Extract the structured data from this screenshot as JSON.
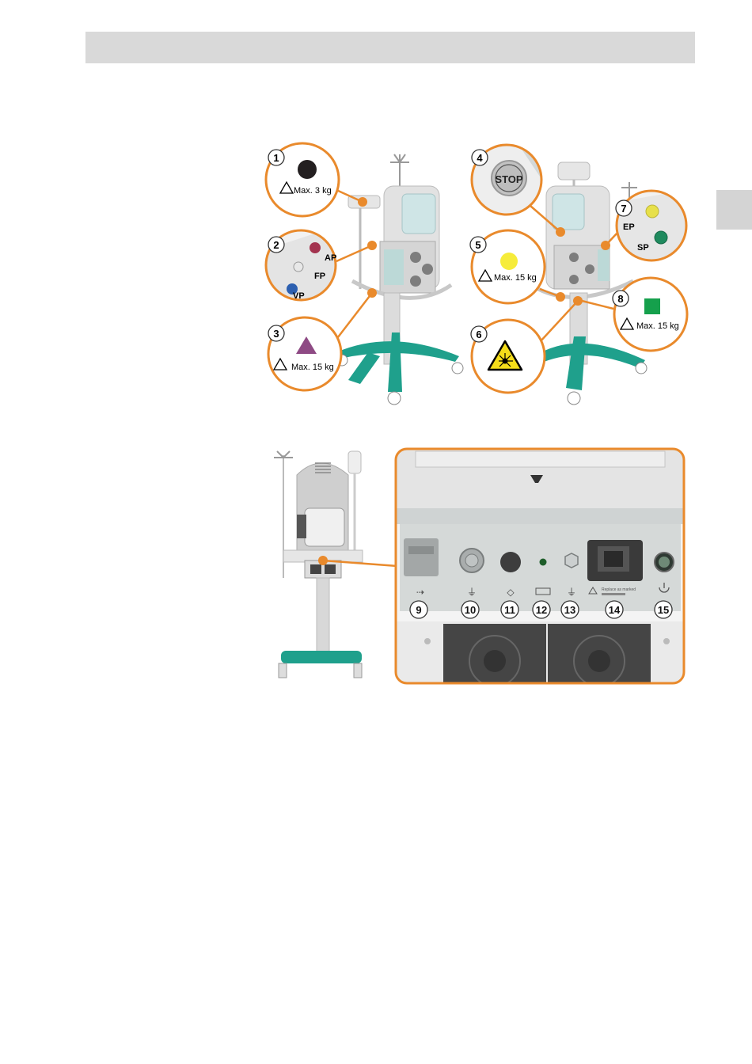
{
  "colors": {
    "orange": "#e98a2c",
    "teal": "#1fa08c",
    "header_gray": "#d9d9d9",
    "tab_gray": "#d4d4d4",
    "purple": "#8e4a84",
    "yellow": "#f6ec3a",
    "green": "#15a04c",
    "black": "#231f20"
  },
  "figure1": {
    "callouts": [
      {
        "num": "1",
        "label": "Max. 3 kg",
        "icon": "black-circle"
      },
      {
        "num": "2",
        "ports": [
          "AP",
          "FP",
          "VP"
        ]
      },
      {
        "num": "3",
        "label": "Max. 15 kg",
        "icon": "purple-triangle"
      },
      {
        "num": "4",
        "stop_text": "STOP",
        "icon": "stop-button"
      },
      {
        "num": "5",
        "label": "Max. 15 kg",
        "icon": "yellow-circle"
      },
      {
        "num": "6",
        "icon": "laser-warning"
      },
      {
        "num": "7",
        "ports": [
          "EP",
          "SP"
        ]
      },
      {
        "num": "8",
        "label": "Max. 15 kg",
        "icon": "green-square"
      }
    ]
  },
  "figure2": {
    "connectors": [
      "9",
      "10",
      "11",
      "12",
      "13",
      "14",
      "15"
    ],
    "fuse_label": "Replace as marked"
  }
}
